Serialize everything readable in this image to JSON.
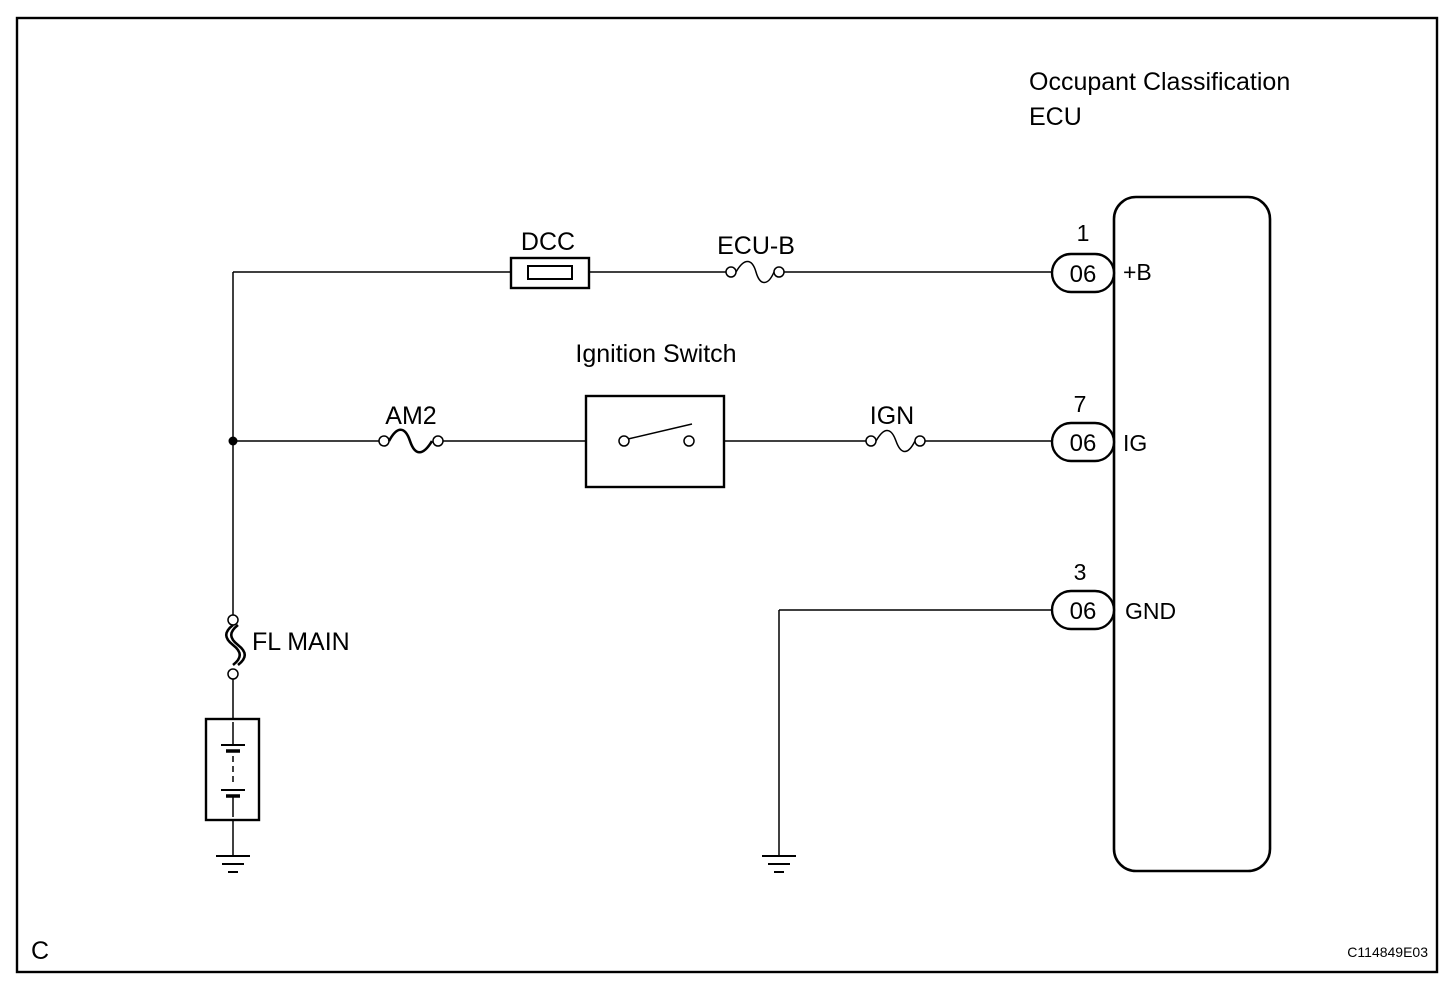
{
  "ecu": {
    "title_line1": "Occupant Classification",
    "title_line2": "ECU"
  },
  "pins": [
    {
      "number": "1",
      "connector": "06",
      "name": "+B"
    },
    {
      "number": "7",
      "connector": "06",
      "name": "IG"
    },
    {
      "number": "3",
      "connector": "06",
      "name": "GND"
    }
  ],
  "components": {
    "dcc": "DCC",
    "ecu_b": "ECU-B",
    "ignition_switch": "Ignition Switch",
    "am2": "AM2",
    "ign": "IGN",
    "fl_main": "FL MAIN"
  },
  "footer": {
    "corner_letter": "C",
    "figure_code": "C114849E03"
  }
}
